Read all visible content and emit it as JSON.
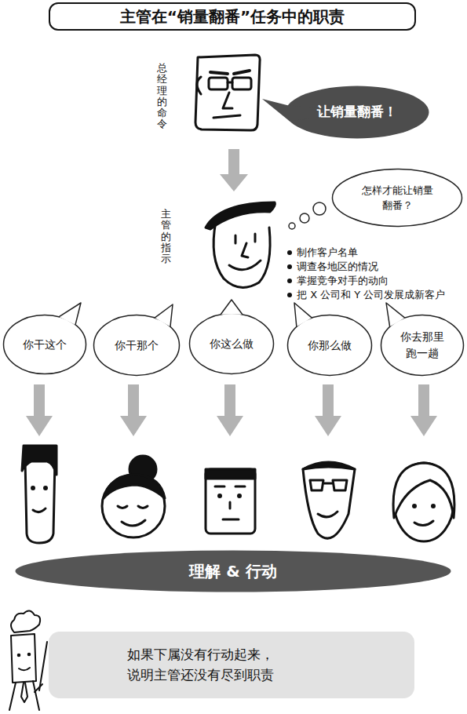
{
  "diagram": {
    "title": "主管在“销量翻番”任务中的职责",
    "nodes": [
      {
        "text": [
          "让销量翻番！"
        ]
      },
      {
        "text": [
          "怎样才能让销量 翻番？"
        ]
      },
      {
        "text": [
          "你干这个"
        ]
      },
      {
        "text": [
          "你干那个"
        ]
      },
      {
        "text": [
          "你这么做"
        ]
      },
      {
        "text": [
          "你那么做"
        ]
      },
      {
        "text": [
          "你去那里 跑一趟"
        ]
      },
      {
        "text": [
          "理解 & 行动"
        ]
      },
      {
        "text": [
          "如果下属没有行动起来， 说明主管还没有尽到职责"
        ]
      }
    ],
    "labels": [
      "总经理的命令",
      "主管的指示",
      "制作客户名单",
      "调查各地区的情况",
      "掌握竞争对手的动向",
      "把 X 公司和 Y 公司发展成新客户"
    ]
  }
}
